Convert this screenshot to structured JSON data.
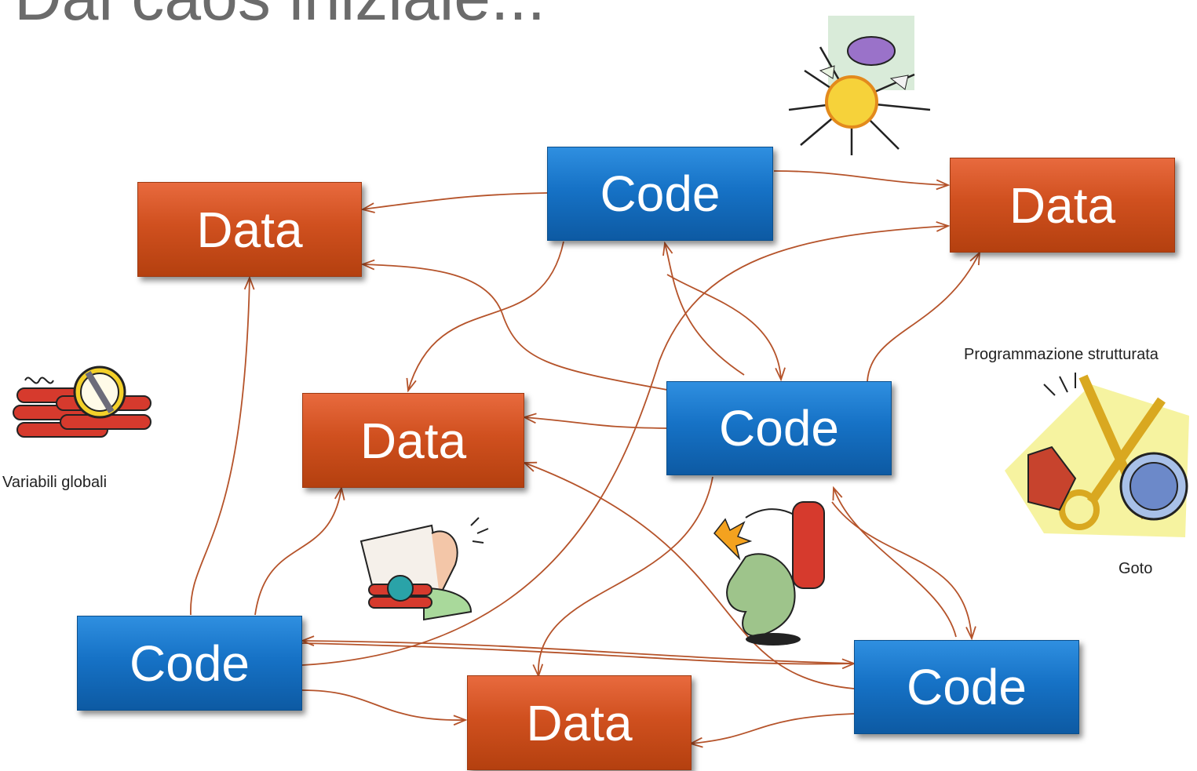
{
  "title": "Dal caos iniziale...",
  "nodes": {
    "data_top_left": "Data",
    "code_top_center": "Code",
    "data_top_right": "Data",
    "data_mid_left": "Data",
    "code_mid_right": "Code",
    "code_bottom_left": "Code",
    "data_bottom_center": "Data",
    "code_bottom_right": "Code"
  },
  "captions": {
    "global_variables": "Variabili globali",
    "structured_programming": "Programmazione strutturata",
    "goto": "Goto"
  },
  "colors": {
    "data_box": "#d0501f",
    "code_box": "#1672c6",
    "arrow": "#b5532a",
    "title": "#6b6b6b"
  }
}
